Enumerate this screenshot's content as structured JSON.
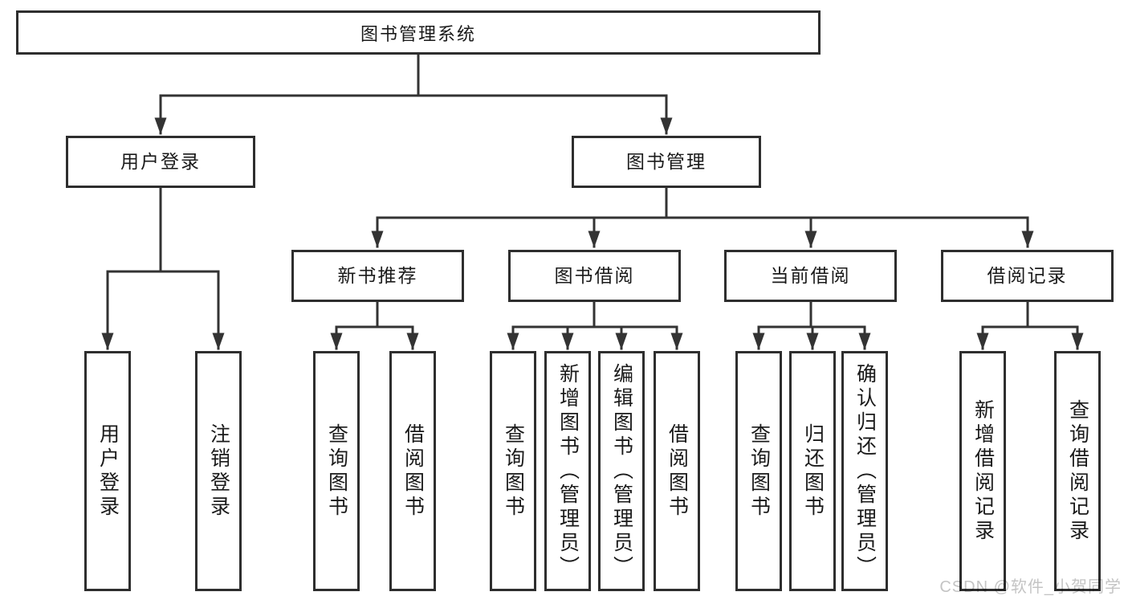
{
  "diagram": {
    "root": {
      "label": "图书管理系统"
    },
    "level2": [
      {
        "label": "用户登录",
        "parent": "图书管理系统"
      },
      {
        "label": "图书管理",
        "parent": "图书管理系统"
      }
    ],
    "level3": [
      {
        "label": "新书推荐",
        "parent": "图书管理"
      },
      {
        "label": "图书借阅",
        "parent": "图书管理"
      },
      {
        "label": "当前借阅",
        "parent": "图书管理"
      },
      {
        "label": "借阅记录",
        "parent": "图书管理"
      }
    ],
    "leaves": [
      {
        "label": "用户登录",
        "parent": "用户登录"
      },
      {
        "label": "注销登录",
        "parent": "用户登录"
      },
      {
        "label": "查询图书",
        "parent": "新书推荐"
      },
      {
        "label": "借阅图书",
        "parent": "新书推荐"
      },
      {
        "label": "查询图书",
        "parent": "图书借阅"
      },
      {
        "label": "新增图书（管理员）",
        "parent": "图书借阅"
      },
      {
        "label": "编辑图书（管理员）",
        "parent": "图书借阅"
      },
      {
        "label": "借阅图书",
        "parent": "图书借阅"
      },
      {
        "label": "查询图书",
        "parent": "当前借阅"
      },
      {
        "label": "归还图书",
        "parent": "当前借阅"
      },
      {
        "label": "确认归还（管理员）",
        "parent": "当前借阅"
      },
      {
        "label": "新增借阅记录",
        "parent": "借阅记录"
      },
      {
        "label": "查询借阅记录",
        "parent": "借阅记录"
      }
    ]
  },
  "watermark": {
    "text": "CSDN @软件_小贺同学",
    "color": "#c4c4c4"
  },
  "colors": {
    "line": "#333333",
    "border": "#2e2e2e",
    "text": "#1a1a1a",
    "background": "#ffffff"
  }
}
